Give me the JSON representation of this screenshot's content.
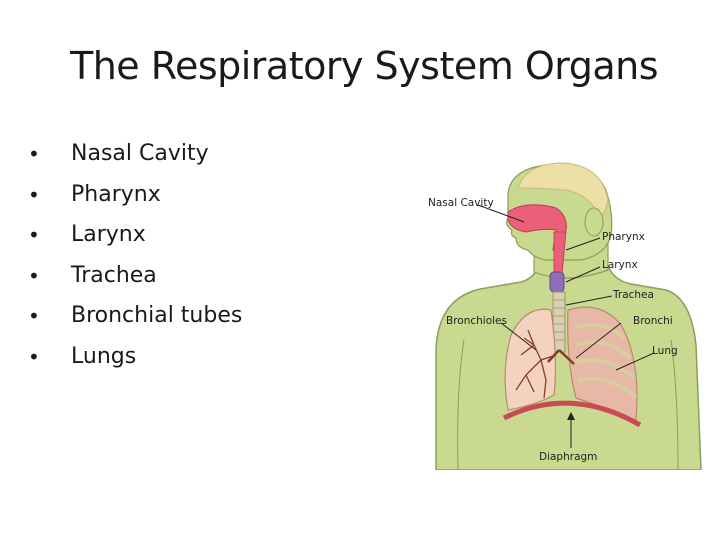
{
  "slide": {
    "title": "The Respiratory System Organs",
    "bullets": [
      "Nasal Cavity",
      "Pharynx",
      "Larynx",
      "Trachea",
      "Bronchial tubes",
      "Lungs"
    ]
  },
  "diagram": {
    "labels": {
      "nasal_cavity": "Nasal Cavity",
      "pharynx": "Pharynx",
      "larynx": "Larynx",
      "trachea": "Trachea",
      "bronchioles": "Bronchioles",
      "bronchi": "Bronchi",
      "lung": "Lung",
      "diaphragm": "Diaphragm"
    },
    "colors": {
      "skin": "#c9d98f",
      "skin_outline": "#8f9c5a",
      "hair": "#ece0a6",
      "nasal": "#ec5f78",
      "lung_left": "#f3d3bf",
      "lung_right": "#e7b8a6",
      "bronchiole": "#8a3a2a",
      "larynx": "#8c6fb5",
      "diaphragm": "#c94a55",
      "trachea_ring": "#d8d0b0"
    }
  }
}
